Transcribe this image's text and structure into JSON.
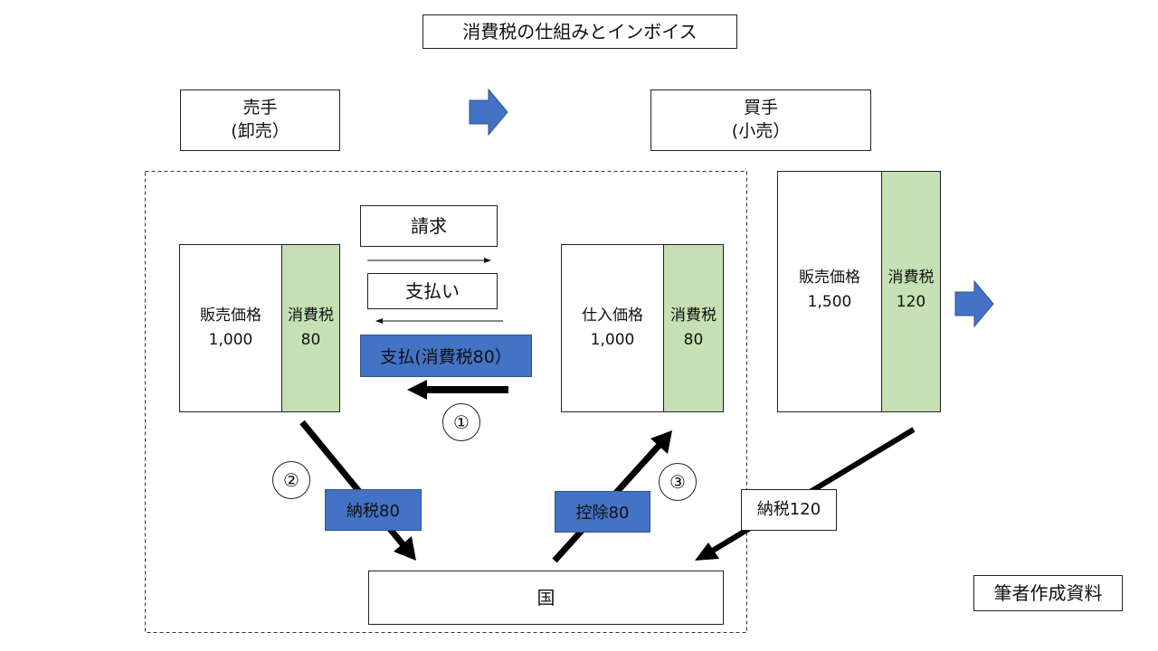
{
  "title": "消費税の仕組みとインボイス",
  "seller": {
    "line1": "売手",
    "line2": "(卸売）"
  },
  "buyer": {
    "line1": "買手",
    "line2": "(小売）"
  },
  "flow": {
    "invoice": "請求",
    "payment": "支払い",
    "tax_payment": "支払(消費税80）",
    "step1": "①",
    "step2": "②",
    "step3": "③",
    "tax_paid_80": "納税80",
    "deduction_80": "控除80",
    "tax_paid_120": "納税120"
  },
  "seller_table": {
    "price_label": "販売価格",
    "price_value": "1,000",
    "tax_label": "消費税",
    "tax_value": "80"
  },
  "buyer_purchase_table": {
    "price_label": "仕入価格",
    "price_value": "1,000",
    "tax_label": "消費税",
    "tax_value": "80"
  },
  "buyer_sale_table": {
    "price_label": "販売価格",
    "price_value": "1,500",
    "tax_label": "消費税",
    "tax_value": "120"
  },
  "country": "国",
  "credit": "筆者作成資料",
  "colors": {
    "accent_blue": "#4472c4",
    "tax_green": "#c5e0b4"
  }
}
